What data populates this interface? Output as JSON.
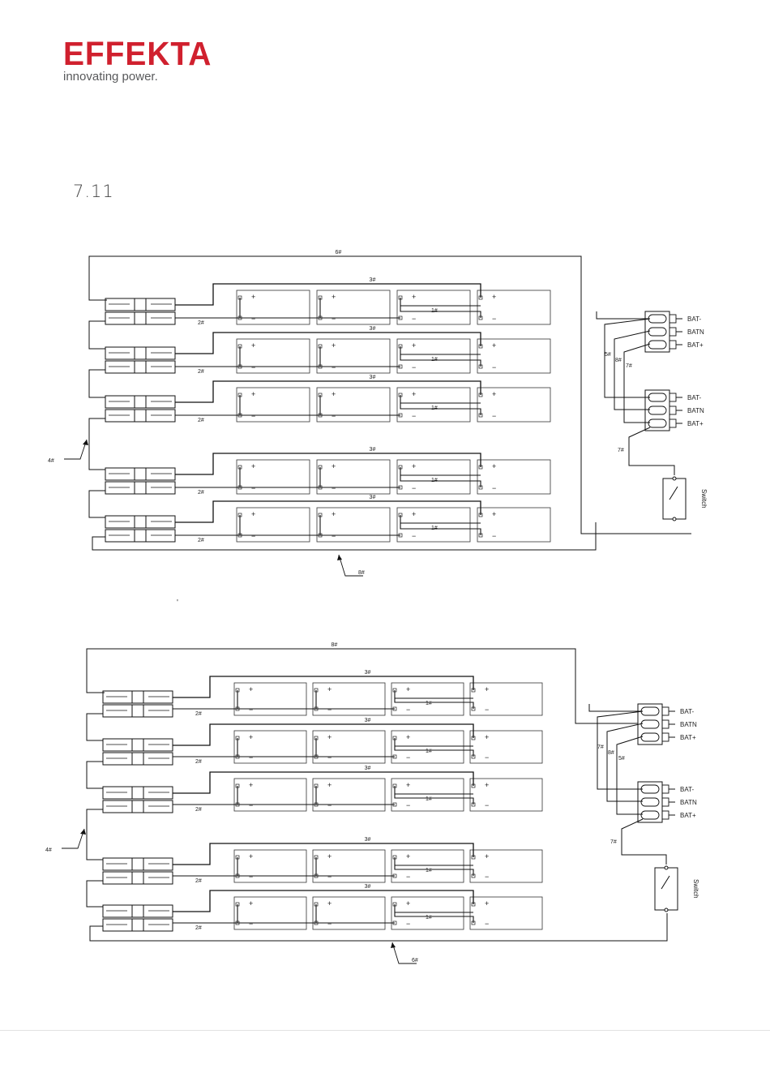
{
  "header": {
    "logo_text": "EFFEKTA",
    "tagline": "innovating power.",
    "brand_color": "#d0202e"
  },
  "section_number": "7.11",
  "stray_mark": "'",
  "diagrams": [
    {
      "wire_labels": {
        "top_loop": "6#",
        "series_jumper": "3#",
        "cell_link": "1#",
        "connector_lead": "2#",
        "stack_link": "4#",
        "bottom_return": "8#",
        "term_a": "5#",
        "term_b": "8#",
        "term_c": "7#",
        "switch_lead": "7#"
      },
      "terminal_labels_upper": [
        "BAT-",
        "BATN",
        "BAT+"
      ],
      "terminal_labels_lower": [
        "BAT-",
        "BATN",
        "BAT+"
      ],
      "switch_label": "Switch",
      "plus_sign": "+",
      "minus_sign": "−"
    },
    {
      "wire_labels": {
        "top_loop": "8#",
        "series_jumper": "3#",
        "cell_link": "1#",
        "connector_lead": "2#",
        "stack_link": "4#",
        "bottom_return": "6#",
        "term_a": "7#",
        "term_b": "8#",
        "term_c": "5#",
        "switch_lead": "7#"
      },
      "terminal_labels_upper": [
        "BAT-",
        "BATN",
        "BAT+"
      ],
      "terminal_labels_lower": [
        "BAT-",
        "BATN",
        "BAT+"
      ],
      "switch_label": "Switch",
      "plus_sign": "+",
      "minus_sign": "−"
    }
  ]
}
